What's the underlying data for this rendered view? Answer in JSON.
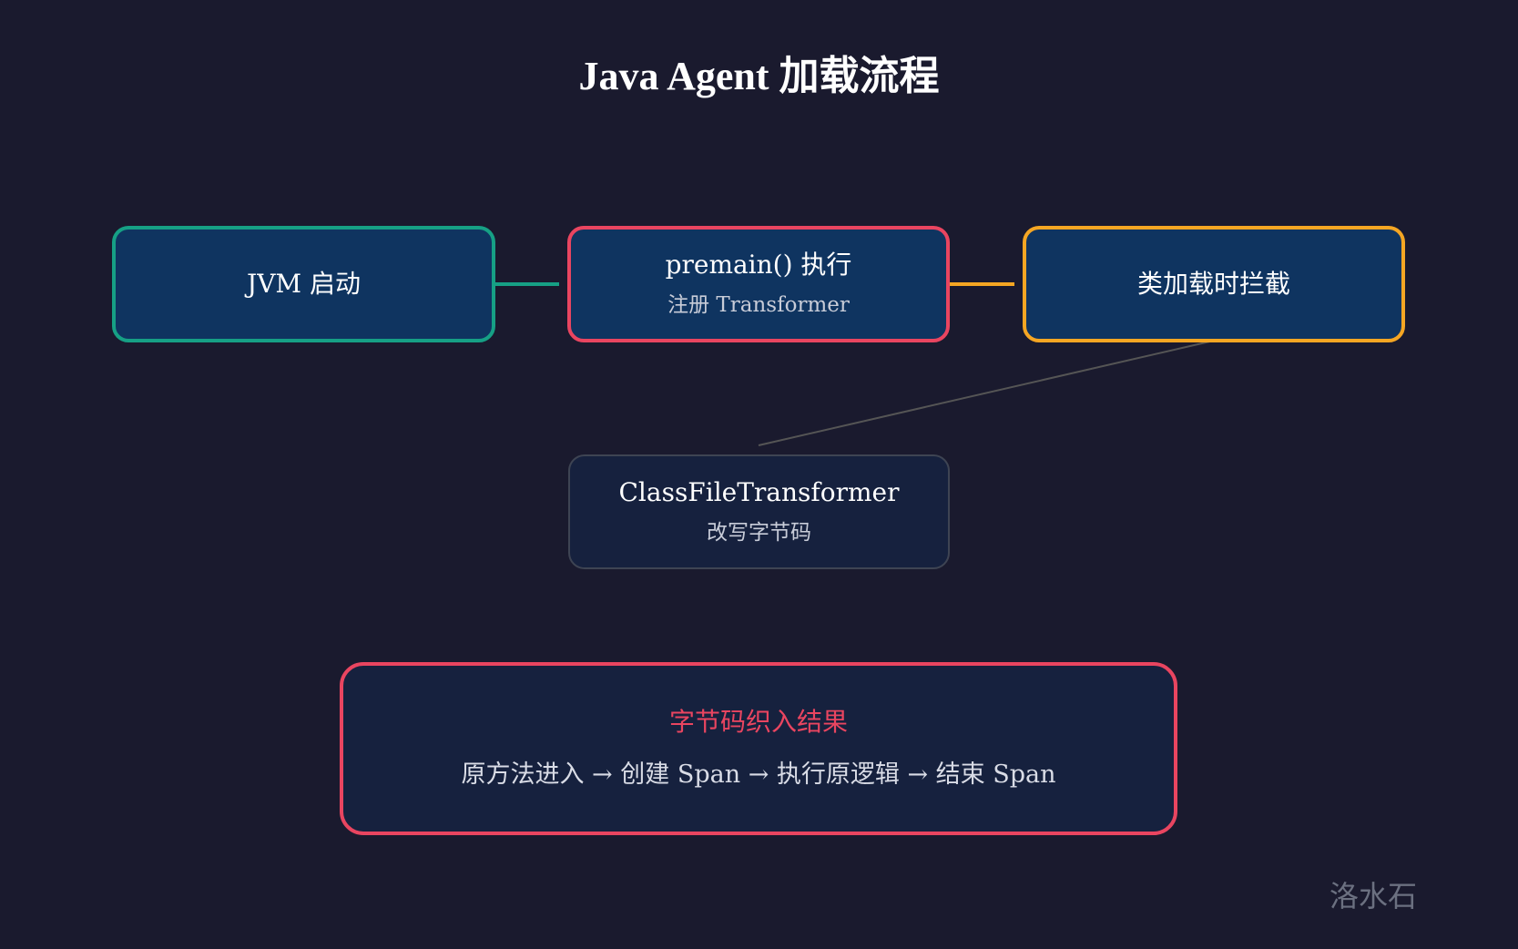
{
  "title": "Java Agent 加载流程",
  "nodes": {
    "jvm_start": {
      "label": "JVM 启动"
    },
    "premain": {
      "label": "premain() 执行",
      "sub": "注册 Transformer"
    },
    "intercept": {
      "label": "类加载时拦截"
    },
    "transformer": {
      "label": "ClassFileTransformer",
      "sub": "改写字节码"
    }
  },
  "result": {
    "title": "字节码织入结果",
    "body": "原方法进入 → 创建 Span → 执行原逻辑 → 结束 Span"
  },
  "watermark": "洛水石",
  "colors": {
    "background": "#1a1a2e",
    "box_fill": "#0f3460",
    "teal": "#16a085",
    "red": "#e94560",
    "amber": "#f5a623",
    "gray_line": "#555555"
  }
}
